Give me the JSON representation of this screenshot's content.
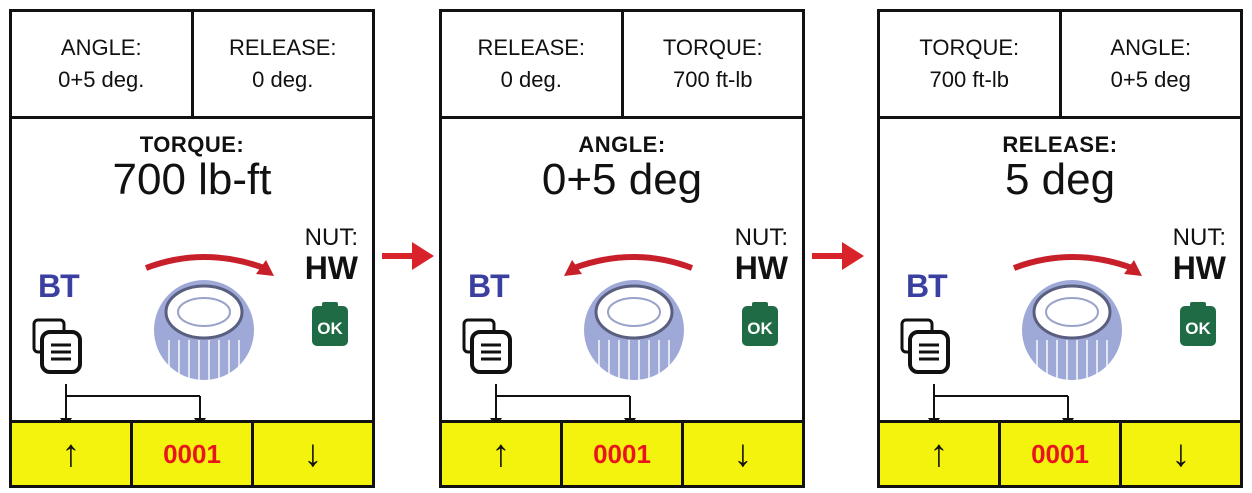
{
  "screens": [
    {
      "top_left": {
        "label": "ANGLE:",
        "value": "0+5 deg."
      },
      "top_right": {
        "label": "RELEASE:",
        "value": "0 deg."
      },
      "main": {
        "label": "TORQUE:",
        "value": "700 lb-ft"
      },
      "nut": {
        "label": "NUT:",
        "value": "HW"
      },
      "bt": "BT",
      "ok": "OK",
      "bottom": {
        "up": "↑",
        "count": "0001",
        "down": "↓"
      }
    },
    {
      "top_left": {
        "label": "RELEASE:",
        "value": "0 deg."
      },
      "top_right": {
        "label": "TORQUE:",
        "value": "700 ft-lb"
      },
      "main": {
        "label": "ANGLE:",
        "value": "0+5 deg"
      },
      "nut": {
        "label": "NUT:",
        "value": "HW"
      },
      "bt": "BT",
      "ok": "OK",
      "bottom": {
        "up": "↑",
        "count": "0001",
        "down": "↓"
      }
    },
    {
      "top_left": {
        "label": "TORQUE:",
        "value": "700 ft-lb"
      },
      "top_right": {
        "label": "ANGLE:",
        "value": "0+5 deg"
      },
      "main": {
        "label": "RELEASE:",
        "value": "5 deg"
      },
      "nut": {
        "label": "NUT:",
        "value": "HW"
      },
      "bt": "BT",
      "ok": "OK",
      "bottom": {
        "up": "↑",
        "count": "0001",
        "down": "↓"
      }
    }
  ],
  "colors": {
    "bt_blue": "#3b3fa0",
    "ok_green": "#1f6b45",
    "button_yellow": "#f4f30e",
    "counter_red": "#e8141e",
    "flow_arrow_red": "#d8232a",
    "rotation_arrow_red": "#c8202a"
  },
  "icons": [
    "rotation-arrow-icon",
    "nut-icon",
    "document-list-icon",
    "battery-ok-icon",
    "flow-arrow-icon"
  ]
}
